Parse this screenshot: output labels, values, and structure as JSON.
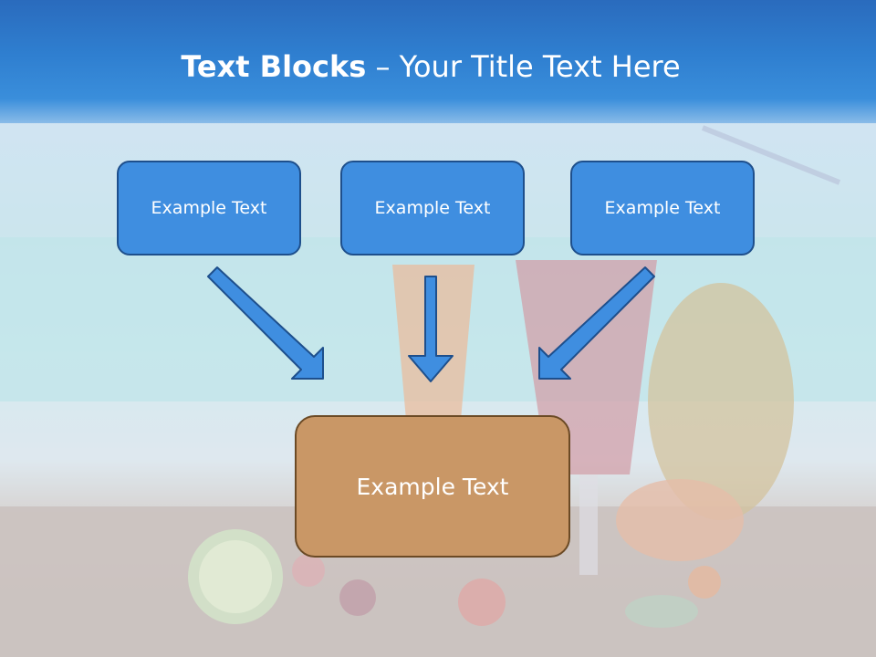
{
  "title": {
    "bold": "Text Blocks",
    "separator": " – ",
    "rest": "Your Title Text Here"
  },
  "blocks": {
    "left": "Example Text",
    "center": "Example Text",
    "right": "Example Text",
    "bottom": "Example Text"
  },
  "colors": {
    "title_bar": "#2f7fd0",
    "block_fill": "#3f8ee0",
    "block_border": "#1e4f8c",
    "target_fill": "#c99766",
    "target_border": "#6b4a25",
    "arrow_fill": "#3f8ee0"
  }
}
